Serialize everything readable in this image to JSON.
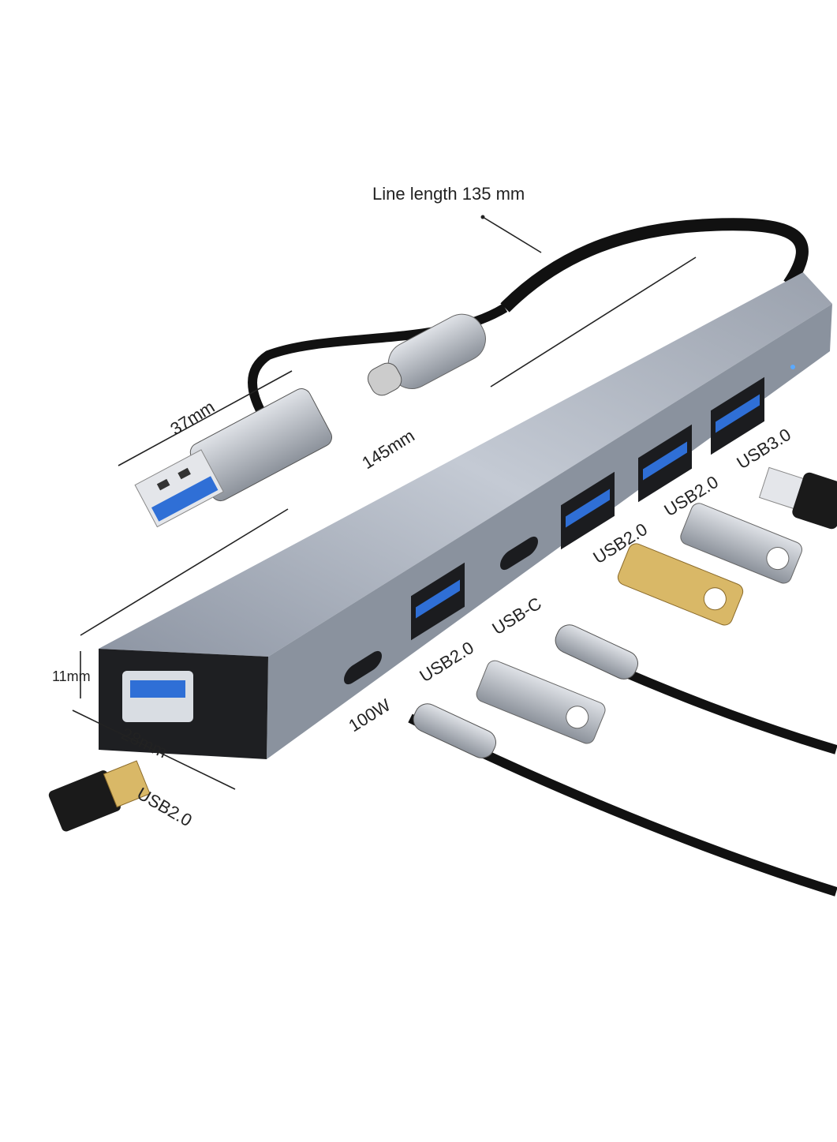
{
  "annotations": {
    "line_length": "Line length 135 mm",
    "cable_dim": "37mm",
    "body_length": "145mm",
    "height": "11mm",
    "width": "28mm"
  },
  "ports": [
    {
      "label": "USB2.0",
      "type": "usb-a"
    },
    {
      "label": "100W",
      "type": "usb-c"
    },
    {
      "label": "USB2.0",
      "type": "usb-a"
    },
    {
      "label": "USB-C",
      "type": "usb-c"
    },
    {
      "label": "USB2.0",
      "type": "usb-a"
    },
    {
      "label": "USB2.0",
      "type": "usb-a"
    },
    {
      "label": "USB3.0",
      "type": "usb-a"
    }
  ],
  "colors": {
    "body": "#a9b0bc",
    "port_blue": "#2f6fd6",
    "cable": "#111111",
    "gold": "#d9b867"
  }
}
